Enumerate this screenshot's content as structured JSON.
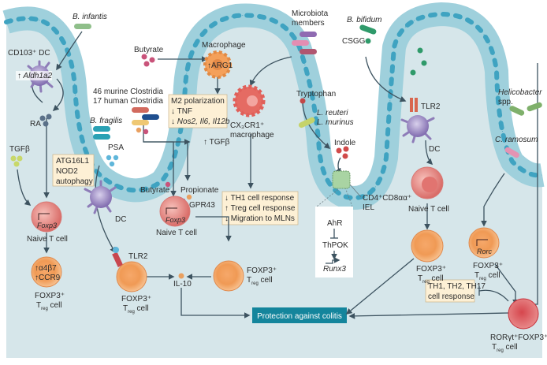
{
  "colors": {
    "lamina": "#d6e6ea",
    "epithelium": "#9fd0dc",
    "epithelium_dark": "#5aa7bb",
    "nucleus": "#3fa3c1",
    "box_fill": "#fdf0d5",
    "protection_box": "#14859c",
    "arrow": "#3d5360",
    "dc": "#8e7cb8",
    "naive_t": "#e28a86",
    "treg": "#f0a060",
    "roryt_treg": "#c8323c",
    "macrophage": "#f4a05a",
    "cx3cr1_macrophage": "#e56b63"
  },
  "bacteria": {
    "b_infantis": "B. infantis",
    "b_fragilis": "B. fragilis",
    "clostridia_line1": "46 murine Clostridia",
    "clostridia_line2": "17 human Clostridia",
    "microbiota_line1": "Microbiota",
    "microbiota_line2": "members",
    "b_bifidum": "B. bifidum",
    "l_reuteri": "L. reuteri",
    "l_murinus": "L. murinus",
    "helicobacter_line1": "Helicobacter",
    "helicobacter_line2": "spp.",
    "c_ramosum": "C. ramosum"
  },
  "molecules": {
    "butyrate_top": "Butyrate",
    "butyrate_bottom": "Butyrate",
    "propionate": "Propionate",
    "ra": "RA",
    "tgfb": "TGFβ",
    "tgfb_up": "↑ TGFβ",
    "psa": "PSA",
    "csgg": "CSGG",
    "tryptophan": "Tryptophan",
    "indole": "Indole",
    "il10": "IL-10",
    "gpr43": "GPR43",
    "tlr2_left": "TLR2",
    "tlr2_right": "TLR2"
  },
  "cells": {
    "cd103_dc": "CD103⁺ DC",
    "aldh": "↑ Aldh1a2",
    "dc_left": "DC",
    "dc_right": "DC",
    "macrophage": "Macrophage",
    "arg1": "↑ARG1",
    "cx3cr1_line1": "CX₃CR1⁺",
    "cx3cr1_line2": "macrophage",
    "naive_t": "Naive T cell",
    "foxp3_gene": "Foxp3",
    "rorc_gene": "Rorc",
    "treg_line1": "FOXP3⁺",
    "treg_line2_t": "T",
    "treg_line2_sub": "reg",
    "treg_line2_rest": " cell",
    "integrin_line1": "↑α4β7",
    "integrin_line2": "↑CCR9",
    "iel_line1": "CD4⁺CD8αα⁺",
    "iel_line2": "IEL",
    "roryt_line1": "RORγt⁺FOXP3⁺"
  },
  "boxes": {
    "atg16l1": [
      "ATG16L1",
      "NOD2",
      "autophagy"
    ],
    "m2": [
      "M2 polarization",
      "↓ TNF",
      "↓ Nos2, Il6, Il12b"
    ],
    "th1": [
      "↓ TH1 cell response",
      "↑ Treg cell response",
      "↓ Migration to MLNs"
    ],
    "th_response": [
      "TH1, TH2, TH17",
      "cell response"
    ],
    "ahr_pathway": [
      "AhR",
      "ThPOK",
      "Runx3"
    ]
  },
  "outcome": {
    "label": "Protection against colitis"
  }
}
